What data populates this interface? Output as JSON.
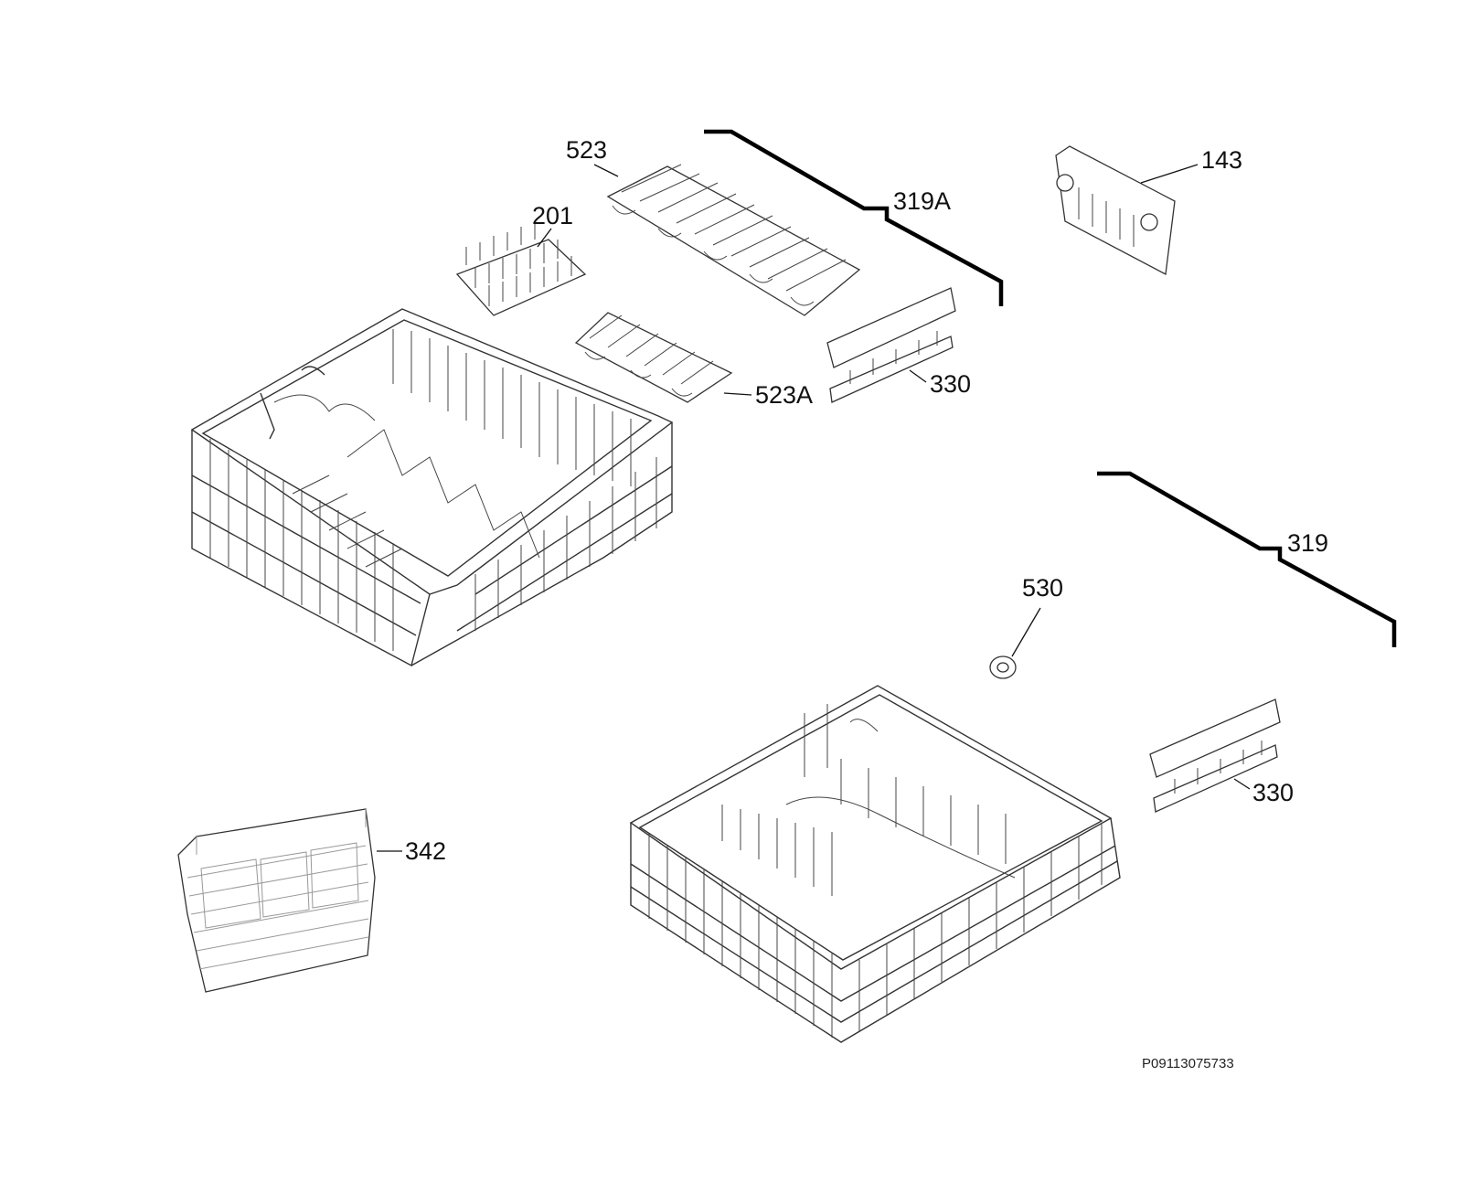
{
  "labels": {
    "l523": "523",
    "l201": "201",
    "l319A": "319A",
    "l143": "143",
    "l523A": "523A",
    "l330a": "330",
    "l319": "319",
    "l530": "530",
    "l330b": "330",
    "l342": "342"
  },
  "reference": "P09113075733"
}
